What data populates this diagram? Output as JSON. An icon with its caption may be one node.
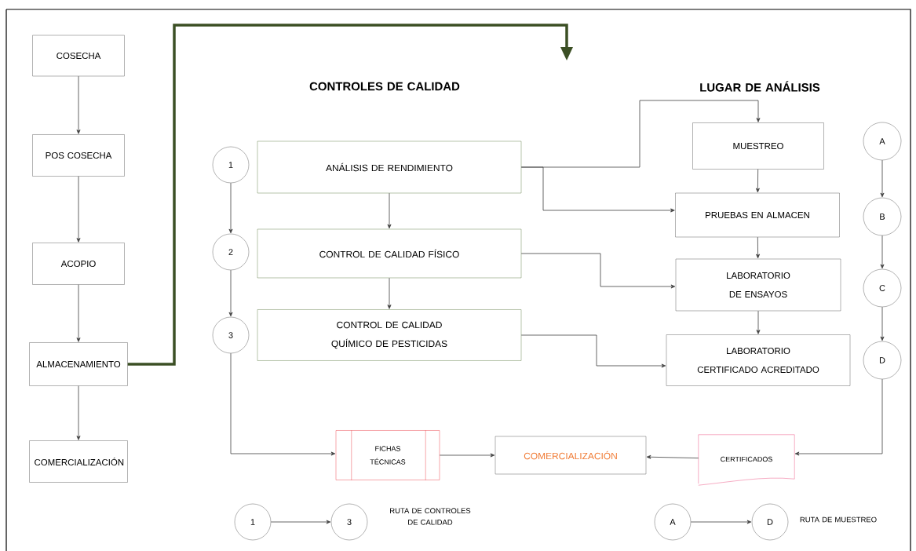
{
  "diagram": {
    "nodes": [
      {
        "text": [
          "COSECHA"
        ]
      },
      {
        "text": [
          "POS COSECHA"
        ]
      },
      {
        "text": [
          "ACOPIO"
        ]
      },
      {
        "text": [
          "ALMACENAMIENTO"
        ]
      },
      {
        "text": [
          "COMERCIALIZACIÓN"
        ]
      },
      {
        "text": [
          "ANÁLISIS DE RENDIMIENTO"
        ]
      },
      {
        "text": [
          "CONTROL DE CALIDAD FÍSICO"
        ]
      },
      {
        "text": [
          "CONTROL DE CALIDAD QUÍMICO DE PESTICIDAS"
        ]
      },
      {
        "text": [
          "1"
        ]
      },
      {
        "text": [
          "2"
        ]
      },
      {
        "text": [
          "3"
        ]
      },
      {
        "text": [
          "MUESTREO"
        ]
      },
      {
        "text": [
          "PRUEBAS EN ALMACEN"
        ]
      },
      {
        "text": [
          "LABORATORIO DE ENSAYOS"
        ]
      },
      {
        "text": [
          "LABORATORIO CERTIFICADO ACREDITADO"
        ]
      },
      {
        "text": [
          "A"
        ]
      },
      {
        "text": [
          "B"
        ]
      },
      {
        "text": [
          "C"
        ]
      },
      {
        "text": [
          "D"
        ]
      },
      {
        "text": [
          "FICHAS TÉCNICAS"
        ]
      },
      {
        "text": [
          "COMERCIALIZACIÓN"
        ]
      },
      {
        "text": [
          "CERTIFICADOS"
        ]
      },
      {
        "text": [
          "1"
        ]
      },
      {
        "text": [
          "3"
        ]
      },
      {
        "text": [
          "A"
        ]
      },
      {
        "text": [
          "D"
        ]
      }
    ],
    "edges": [
      {
        "from": 0,
        "to": 1,
        "arrow": "to"
      },
      {
        "from": 1,
        "to": 2,
        "arrow": "to"
      },
      {
        "from": 2,
        "to": 3,
        "arrow": "to"
      },
      {
        "from": 3,
        "to": 4,
        "arrow": "to"
      },
      {
        "from": 3,
        "to": null,
        "arrow": "to",
        "style": "thick",
        "color": "#3b4f24"
      },
      {
        "from": 5,
        "to": 6,
        "arrow": "to"
      },
      {
        "from": 6,
        "to": 7,
        "arrow": "to"
      },
      {
        "from": 8,
        "to": 9,
        "arrow": "to"
      },
      {
        "from": 9,
        "to": 10,
        "arrow": "to"
      },
      {
        "from": 5,
        "to": 11,
        "arrow": "to"
      },
      {
        "from": 5,
        "to": 12,
        "arrow": "to"
      },
      {
        "from": 6,
        "to": 13,
        "arrow": "to"
      },
      {
        "from": 7,
        "to": 14,
        "arrow": "to"
      },
      {
        "from": 11,
        "to": 12,
        "arrow": "to"
      },
      {
        "from": 12,
        "to": 13,
        "arrow": "to"
      },
      {
        "from": 13,
        "to": 14,
        "arrow": "to"
      },
      {
        "from": 15,
        "to": 16,
        "arrow": "to"
      },
      {
        "from": 16,
        "to": 17,
        "arrow": "to"
      },
      {
        "from": 17,
        "to": 18,
        "arrow": "to"
      },
      {
        "from": 10,
        "to": 19,
        "arrow": "to"
      },
      {
        "from": 19,
        "to": 20,
        "arrow": "to"
      },
      {
        "from": 21,
        "to": 20,
        "arrow": "to"
      },
      {
        "from": 18,
        "to": 21,
        "arrow": "to"
      },
      {
        "from": 22,
        "to": 23,
        "arrow": "to"
      },
      {
        "from": 24,
        "to": 25,
        "arrow": "to"
      }
    ],
    "labels": [
      "CONTROLES DE CALIDAD",
      "LUGAR DE ANÁLISIS",
      "RUTA DE CONTROLES DE CALIDAD",
      "RUTA DE MUESTREO"
    ]
  }
}
